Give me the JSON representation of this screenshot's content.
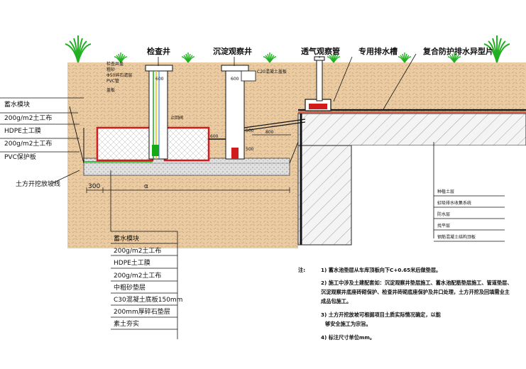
{
  "top_labels": {
    "inspection_well": "检查井",
    "settling_well": "沉淀观察井",
    "vent_pipe": "透气观察管",
    "drain_channel": "专用排水槽",
    "composite_board": "复合防护排水异型片"
  },
  "small_labels": {
    "well_cover": "检查井盖",
    "sand": "粗砂",
    "gravel": "Φ50碎石滤层",
    "pipe": "PVC管",
    "grate": "盖板",
    "c20": "C20混凝土盖板",
    "check_valve": "止回阀"
  },
  "dims": {
    "d600a": "600",
    "d600b": "600",
    "d600c": "600",
    "d800": "800",
    "d500a": "500",
    "d500b": "500",
    "d300": "300",
    "dA": "α"
  },
  "left_layers": [
    "蓄水模块",
    "200g/m2土工布",
    "HDPE土工膜",
    "200g/m2土工布",
    "PVC保护板"
  ],
  "slope_label": "土方开挖放坡线",
  "bottom_layers": [
    "蓄水模块",
    "200g/m2土工布",
    "HDPE土工膜",
    "200g/m2土工布",
    "中粗砂垫层",
    "C30混凝土底板150mm",
    "200mm厚碎石垫层",
    "素土夯实"
  ],
  "right_layers": [
    "种植土层",
    "虹吸排水收集系统",
    "防水层",
    "找平层",
    "钢筋混凝土结构顶板"
  ],
  "notes": {
    "prefix": "注:",
    "items": [
      "1) 蓄水池垫层从车库顶板向下C+0.65米后做垫层。",
      "2) 施工中涉及土建配套如：沉淀观察井垫层施工、蓄水池配筋垫层施工、管道垫层、",
      "沉淀观察井底座砖砌保护、检查井砖砌底座保护及井口处理，土方开挖及回填需业主",
      "成品包施工。",
      "3) 土方开挖放坡可根据项目土质实际情况确定，以能",
      "够安全施工为宗旨。",
      "4) 标注尺寸单位mm。"
    ]
  },
  "colors": {
    "soil": "#e9cba3",
    "soil_dot": "#c7a27c",
    "module_red": "#d01c1c",
    "geo_green": "#16a816",
    "pipe_yellow": "#e6c21a",
    "gravel": "#d8d8d8",
    "concrete_hatch": "#888888",
    "plant_green": "#22b022"
  }
}
